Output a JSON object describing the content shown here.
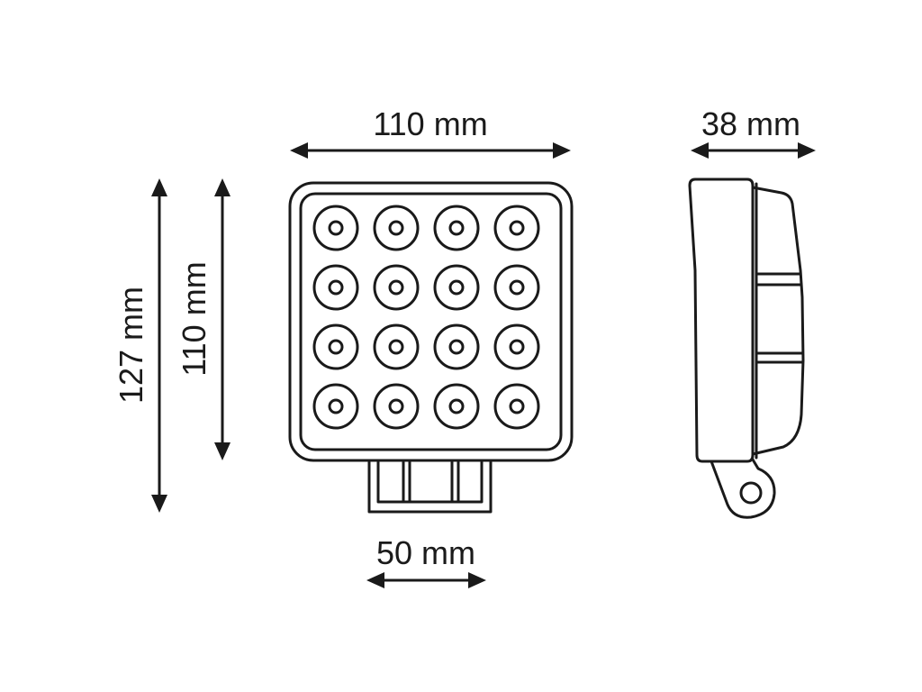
{
  "dimensions": {
    "front_width": "110 mm",
    "bracket_width": "50 mm",
    "side_depth": "38 mm",
    "overall_height": "127 mm",
    "body_height": "110 mm"
  },
  "led_grid": {
    "rows": 4,
    "cols": 4
  },
  "colors": {
    "line": "#1a1a1a",
    "background": "#ffffff"
  }
}
